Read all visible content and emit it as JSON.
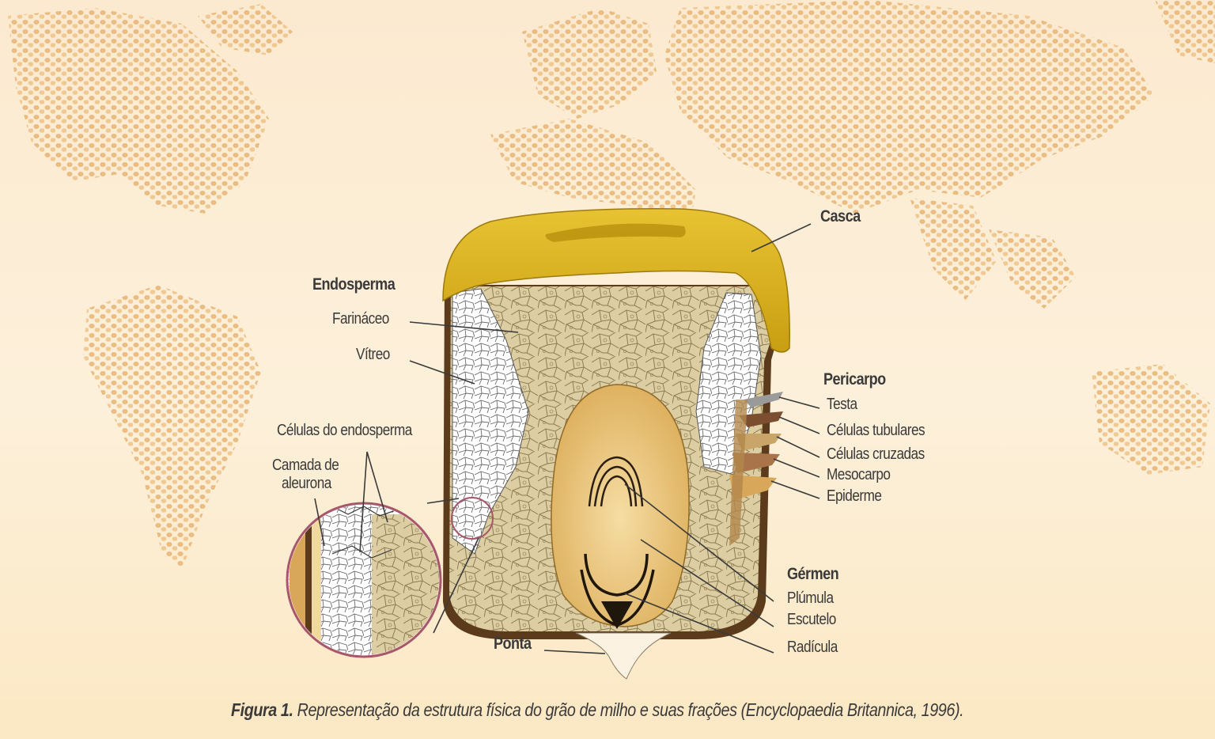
{
  "labels": {
    "casca": "Casca",
    "endosperma": "Endosperma",
    "farinaceo": "Farináceo",
    "vitreo": "Vítreo",
    "celulas_endosperma": "Células do endosperma",
    "camada_aleurona_1": "Camada de",
    "camada_aleurona_2": "aleurona",
    "pericarpo": "Pericarpo",
    "testa": "Testa",
    "tubulares": "Células tubulares",
    "cruzadas": "Células cruzadas",
    "mesocarpo": "Mesocarpo",
    "epiderme": "Epiderme",
    "germen": "Gérmen",
    "plumula": "Plúmula",
    "escutelo": "Escutelo",
    "radicula": "Radícula",
    "ponta": "Ponta"
  },
  "caption": {
    "bold": "Figura 1.",
    "text": " Representação da estrutura física do grão de milho e suas frações (Encyclopaedia Britannica, 1996)."
  },
  "colors": {
    "casca": "#d9b019",
    "casca_dark": "#9c7a0c",
    "endosperm_floury": "#d8c9a0",
    "vitreous": "#ffffff",
    "germ": "#e0b563",
    "germ_light": "#f2d79a",
    "grain_dots": "#e9b878",
    "text": "#3a3a3a"
  }
}
